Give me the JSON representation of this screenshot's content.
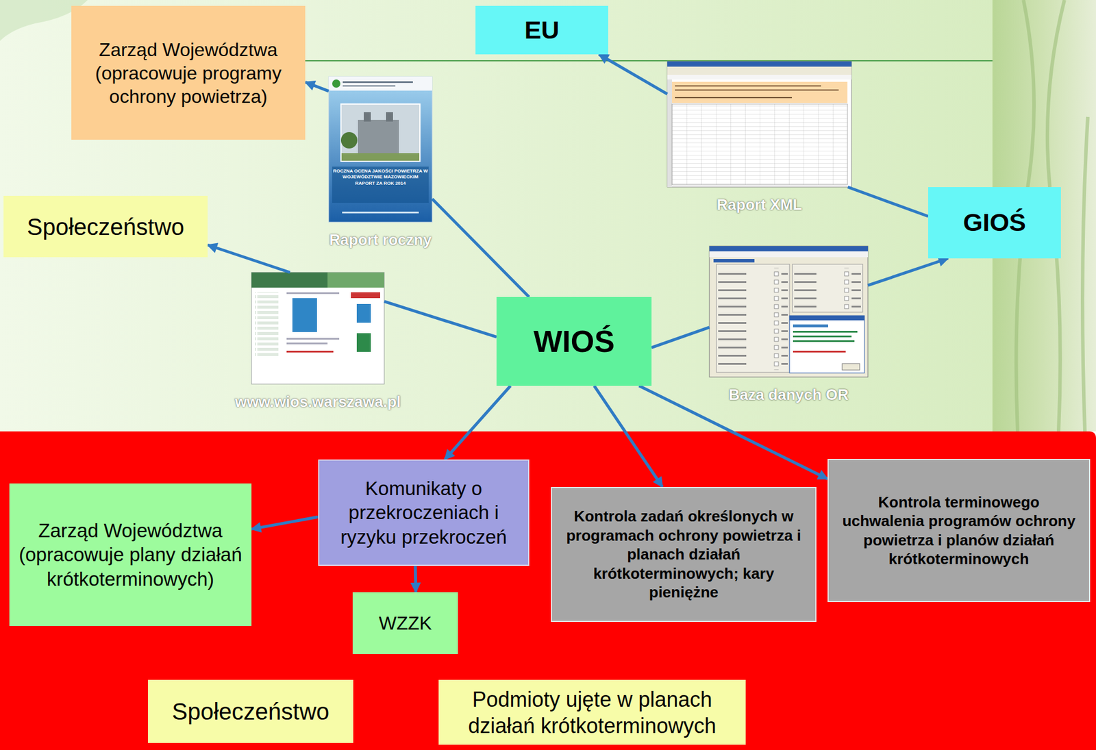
{
  "diagram": {
    "nodes": [
      {
        "text": [
          "Zarząd Województwa (opracowuje programy ochrony powietrza)"
        ]
      },
      {
        "text": [
          "EU"
        ]
      },
      {
        "text": [
          "Raport roczny"
        ]
      },
      {
        "text": [
          "Raport XML"
        ]
      },
      {
        "text": [
          "Społeczeństwo"
        ]
      },
      {
        "text": [
          "GIOŚ"
        ]
      },
      {
        "text": [
          "www.wios.warszawa.pl"
        ]
      },
      {
        "text": [
          "WIOŚ"
        ]
      },
      {
        "text": [
          "Baza danych OR"
        ]
      },
      {
        "text": [
          "Zarząd Województwa (opracowuje plany działań krótkoterminowych)"
        ]
      },
      {
        "text": [
          "Komunikaty o przekroczeniach i ryzyku przekroczeń"
        ]
      },
      {
        "text": [
          "Kontrola zadań określonych w programach ochrony powietrza i planach działań krótkoterminowych; kary pieniężne"
        ]
      },
      {
        "text": [
          "Kontrola terminowego uchwalenia programów ochrony powietrza i planów działań krótkoterminowych"
        ]
      },
      {
        "text": [
          "WZZK"
        ]
      },
      {
        "text": [
          "Społeczeństwo"
        ]
      },
      {
        "text": [
          "Podmioty ujęte w planach działań krótkoterminowych"
        ]
      }
    ],
    "edges": [
      {
        "from": 7,
        "to": 2,
        "arrow": "none"
      },
      {
        "from": 2,
        "to": 0,
        "arrow": "to"
      },
      {
        "from": 7,
        "to": 6,
        "arrow": "none"
      },
      {
        "from": 6,
        "to": 4,
        "arrow": "to"
      },
      {
        "from": 7,
        "to": 8,
        "arrow": "none"
      },
      {
        "from": 8,
        "to": 5,
        "arrow": "to"
      },
      {
        "from": 5,
        "to": 3,
        "arrow": "none"
      },
      {
        "from": 3,
        "to": 1,
        "arrow": "to"
      },
      {
        "from": 7,
        "to": 10,
        "arrow": "to"
      },
      {
        "from": 7,
        "to": 11,
        "arrow": "to"
      },
      {
        "from": 7,
        "to": 12,
        "arrow": "to"
      },
      {
        "from": 10,
        "to": 9,
        "arrow": "to"
      },
      {
        "from": 10,
        "to": 13,
        "arrow": "to"
      }
    ],
    "labels": [
      "ROCZNA OCENA JAKOŚCI POWIETRZA W WOJEWÓDZTWIE MAZOWIECKIM RAPORT ZA ROK 2014"
    ]
  }
}
